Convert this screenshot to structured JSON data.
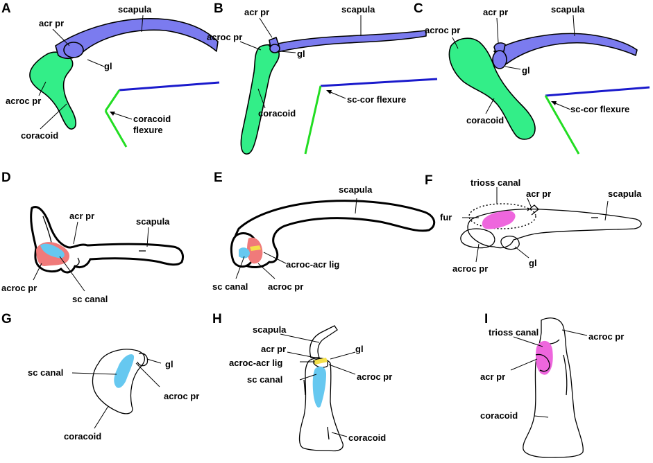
{
  "colors": {
    "scapula_fill": "#7b7bef",
    "coracoid_fill": "#33ee88",
    "sc_canal_fill": "#66c8f0",
    "acrocoracoid_region_fill": "#f07a7a",
    "trioss_canal_fill": "#ee66dd",
    "ligament_fill": "#f4e04a",
    "flexure_blue": "#1a1acc",
    "flexure_green": "#22dd22"
  },
  "panels": {
    "A": {
      "letter": "A",
      "labels": {
        "scapula": "scapula",
        "acr_pr": "acr pr",
        "gl": "gl",
        "acroc_pr": "acroc pr",
        "coracoid": "coracoid",
        "flexure_1": "coracoid",
        "flexure_2": "flexure"
      }
    },
    "B": {
      "letter": "B",
      "labels": {
        "acr_pr": "acr pr",
        "scapula": "scapula",
        "acroc_pr": "acroc pr",
        "gl": "gl",
        "coracoid": "coracoid",
        "flexure": "sc-cor flexure"
      }
    },
    "C": {
      "letter": "C",
      "labels": {
        "acr_pr": "acr pr",
        "scapula": "scapula",
        "acroc_pr": "acroc pr",
        "gl": "gl",
        "coracoid": "coracoid",
        "flexure": "sc-cor flexure"
      }
    },
    "D": {
      "letter": "D",
      "labels": {
        "acr_pr": "acr pr",
        "scapula": "scapula",
        "acroc_pr": "acroc pr",
        "sc_canal": "sc canal"
      }
    },
    "E": {
      "letter": "E",
      "labels": {
        "scapula": "scapula",
        "acroc_acr_lig": "acroc-acr lig",
        "sc_canal": "sc canal",
        "acroc_pr": "acroc pr"
      }
    },
    "F": {
      "letter": "F",
      "labels": {
        "trioss_canal": "trioss canal",
        "acr_pr": "acr pr",
        "scapula": "scapula",
        "fur": "fur",
        "acroc_pr": "acroc pr",
        "gl": "gl"
      }
    },
    "G": {
      "letter": "G",
      "labels": {
        "sc_canal": "sc canal",
        "gl": "gl",
        "acroc_pr": "acroc pr",
        "coracoid": "coracoid"
      }
    },
    "H": {
      "letter": "H",
      "labels": {
        "scapula": "scapula",
        "acr_pr": "acr pr",
        "gl": "gl",
        "acroc_acr_lig": "acroc-acr lig",
        "sc_canal": "sc canal",
        "acroc_pr": "acroc pr",
        "coracoid": "coracoid"
      }
    },
    "I": {
      "letter": "I",
      "labels": {
        "acroc_pr": "acroc pr",
        "trioss_canal": "trioss canal",
        "acr_pr": "acr pr",
        "coracoid": "coracoid"
      }
    }
  }
}
